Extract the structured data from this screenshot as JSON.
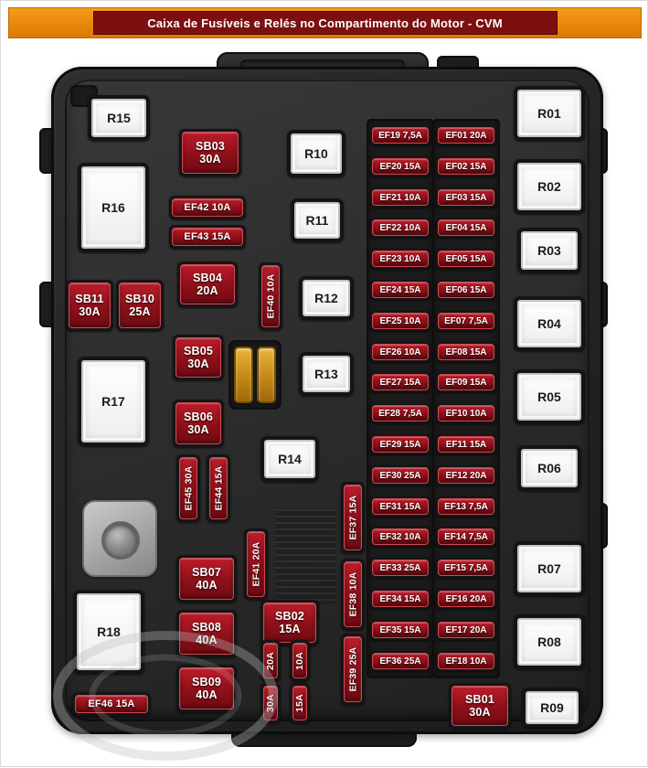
{
  "title": "Caixa de Fusíveis e Relés no Compartimento do Motor - CVM",
  "colors": {
    "banner_orange": "#e98708",
    "banner_maroon": "#7c1010",
    "fuse_red": "#9d1420",
    "fuse_border_red": "#cf4853",
    "box_dark": "#262626",
    "relay_face": "#f5f5f5",
    "maxi_fuse_yellow": "#d79b25"
  },
  "components": {
    "relays": [
      {
        "id": "r01",
        "label": "R01"
      },
      {
        "id": "r02",
        "label": "R02"
      },
      {
        "id": "r03",
        "label": "R03"
      },
      {
        "id": "r04",
        "label": "R04"
      },
      {
        "id": "r05",
        "label": "R05"
      },
      {
        "id": "r06",
        "label": "R06"
      },
      {
        "id": "r07",
        "label": "R07"
      },
      {
        "id": "r08",
        "label": "R08"
      },
      {
        "id": "r09",
        "label": "R09"
      },
      {
        "id": "r10",
        "label": "R10"
      },
      {
        "id": "r11",
        "label": "R11"
      },
      {
        "id": "r12",
        "label": "R12"
      },
      {
        "id": "r13",
        "label": "R13"
      },
      {
        "id": "r14",
        "label": "R14"
      },
      {
        "id": "r15",
        "label": "R15"
      },
      {
        "id": "r16",
        "label": "R16"
      },
      {
        "id": "r17",
        "label": "R17"
      },
      {
        "id": "r18",
        "label": "R18"
      }
    ],
    "sb_fuses": [
      {
        "id": "sb01",
        "name": "SB01",
        "amps": "30A"
      },
      {
        "id": "sb02",
        "name": "SB02",
        "amps": "15A"
      },
      {
        "id": "sb03",
        "name": "SB03",
        "amps": "30A"
      },
      {
        "id": "sb04",
        "name": "SB04",
        "amps": "20A"
      },
      {
        "id": "sb05",
        "name": "SB05",
        "amps": "30A"
      },
      {
        "id": "sb06",
        "name": "SB06",
        "amps": "30A"
      },
      {
        "id": "sb07",
        "name": "SB07",
        "amps": "40A"
      },
      {
        "id": "sb08",
        "name": "SB08",
        "amps": "40A"
      },
      {
        "id": "sb09",
        "name": "SB09",
        "amps": "40A"
      },
      {
        "id": "sb10",
        "name": "SB10",
        "amps": "25A"
      },
      {
        "id": "sb11",
        "name": "SB11",
        "amps": "30A"
      }
    ],
    "ef_horizontal": [
      {
        "id": "ef42",
        "label": "EF42 10A"
      },
      {
        "id": "ef43",
        "label": "EF43 15A"
      },
      {
        "id": "ef46",
        "label": "EF46 15A"
      }
    ],
    "ef_vertical": [
      {
        "id": "ef40",
        "label": "EF40 10A"
      },
      {
        "id": "ef45",
        "label": "EF45 30A"
      },
      {
        "id": "ef44",
        "label": "EF44 15A"
      },
      {
        "id": "ef41",
        "label": "EF41 20A"
      },
      {
        "id": "ef37",
        "label": "EF37 15A"
      },
      {
        "id": "ef38",
        "label": "EF38 10A"
      },
      {
        "id": "ef39",
        "label": "EF39 25A"
      }
    ],
    "amp_fuses": [
      {
        "id": "v20",
        "label": "20A"
      },
      {
        "id": "v10",
        "label": "10A"
      },
      {
        "id": "v30",
        "label": "30A"
      },
      {
        "id": "v15",
        "label": "15A"
      }
    ],
    "ef_col_left": [
      "EF19 7,5A",
      "EF20 15A",
      "EF21 10A",
      "EF22 10A",
      "EF23 10A",
      "EF24 15A",
      "EF25 10A",
      "EF26 10A",
      "EF27 15A",
      "EF28 7,5A",
      "EF29 15A",
      "EF30 25A",
      "EF31 15A",
      "EF32 10A",
      "EF33 25A",
      "EF34 15A",
      "EF35 15A",
      "EF36 25A"
    ],
    "ef_col_right": [
      "EF01 20A",
      "EF02 15A",
      "EF03 15A",
      "EF04 15A",
      "EF05 15A",
      "EF06 15A",
      "EF07 7,5A",
      "EF08 15A",
      "EF09 15A",
      "EF10 10A",
      "EF11 15A",
      "EF12 20A",
      "EF13 7,5A",
      "EF14 7,5A",
      "EF15 7,5A",
      "EF16 20A",
      "EF17 20A",
      "EF18 10A"
    ]
  }
}
